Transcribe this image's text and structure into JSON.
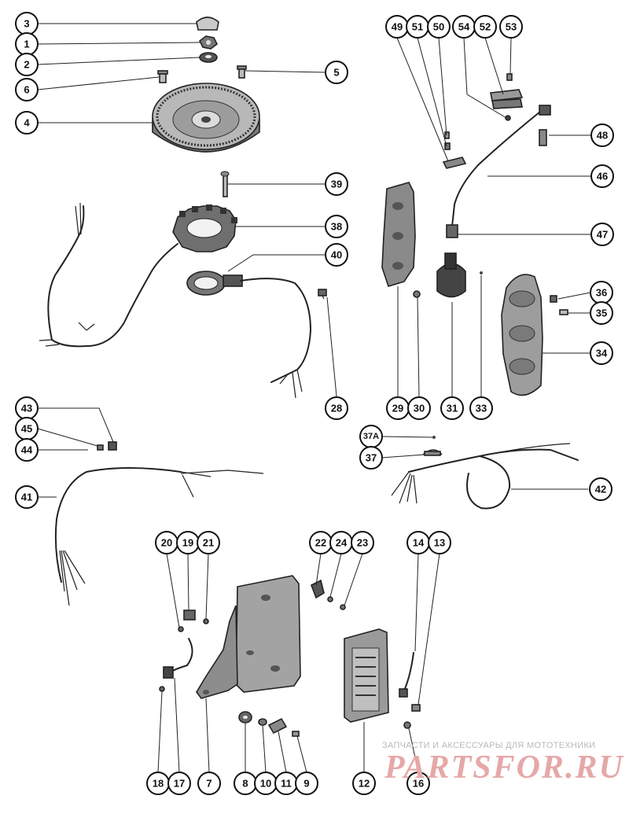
{
  "diagram": {
    "watermark_text": "ЗАПЧАСТИ И АКСЕССУАРЫ ДЛЯ МОТОТЕХНИКИ",
    "watermark_logo": "PARTSFOR.RU"
  },
  "callouts": [
    "3",
    "1",
    "2",
    "6",
    "5",
    "4",
    "39",
    "38",
    "40",
    "28",
    "49",
    "51",
    "50",
    "54",
    "52",
    "53",
    "48",
    "46",
    "47",
    "36",
    "35",
    "34",
    "29",
    "30",
    "31",
    "33",
    "43",
    "45",
    "44",
    "41",
    "37A",
    "37",
    "42",
    "20",
    "19",
    "21",
    "22",
    "24",
    "23",
    "14",
    "13",
    "18",
    "17",
    "7",
    "8",
    "10",
    "11",
    "9",
    "12",
    "16"
  ]
}
